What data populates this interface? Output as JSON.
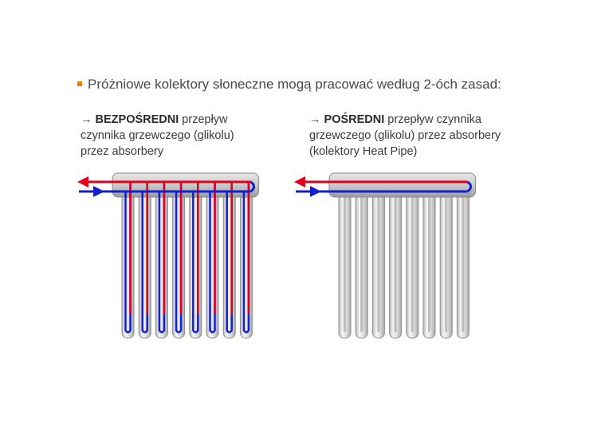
{
  "heading": {
    "bullet_color": "#f07c00",
    "text": "Próżniowe kolektory słoneczne mogą pracować według 2-óch zasad:"
  },
  "direct": {
    "arrow": "→",
    "strong": "BEZPOŚREDNI",
    "line1_rest": " przepływ",
    "line2": "czynnika grzewczego (glikolu)",
    "line3": "przez absorbery"
  },
  "indirect": {
    "arrow": "→",
    "strong": "POŚREDNI",
    "line1_rest": " przepływ czynnika",
    "line2": "grzewczego (glikolu) przez absorbery",
    "line3": "(kolektory Heat Pipe)"
  },
  "colors": {
    "hot_flow": "#e3001b",
    "cold_flow": "#1020d8",
    "tube": "#e6e6e6",
    "manifold": "#c8c8c8"
  },
  "tube_count": 8
}
